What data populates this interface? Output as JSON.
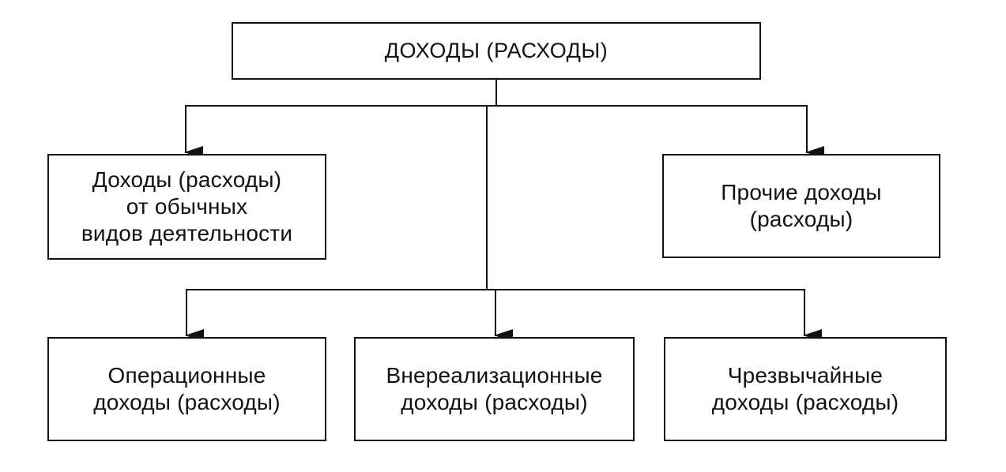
{
  "diagram": {
    "root": {
      "label": "ДОХОДЫ (РАСХОДЫ)"
    },
    "level_1": [
      {
        "id": "ordinary",
        "label": "Доходы (расходы)\nот обычных\nвидов деятельности"
      },
      {
        "id": "other",
        "label": "Прочие доходы\n(расходы)"
      }
    ],
    "level_2": [
      {
        "id": "operating",
        "label": "Операционные\nдоходы (расходы)"
      },
      {
        "id": "nonoperating",
        "label": "Внереализационные\nдоходы (расходы)"
      },
      {
        "id": "extraordinary",
        "label": "Чрезвычайные\nдоходы (расходы)"
      }
    ],
    "edges": [
      {
        "from": "root",
        "to": "ordinary"
      },
      {
        "from": "root",
        "to": "other"
      },
      {
        "from": "root",
        "to": "operating"
      },
      {
        "from": "root",
        "to": "nonoperating"
      },
      {
        "from": "root",
        "to": "extraordinary"
      }
    ]
  }
}
